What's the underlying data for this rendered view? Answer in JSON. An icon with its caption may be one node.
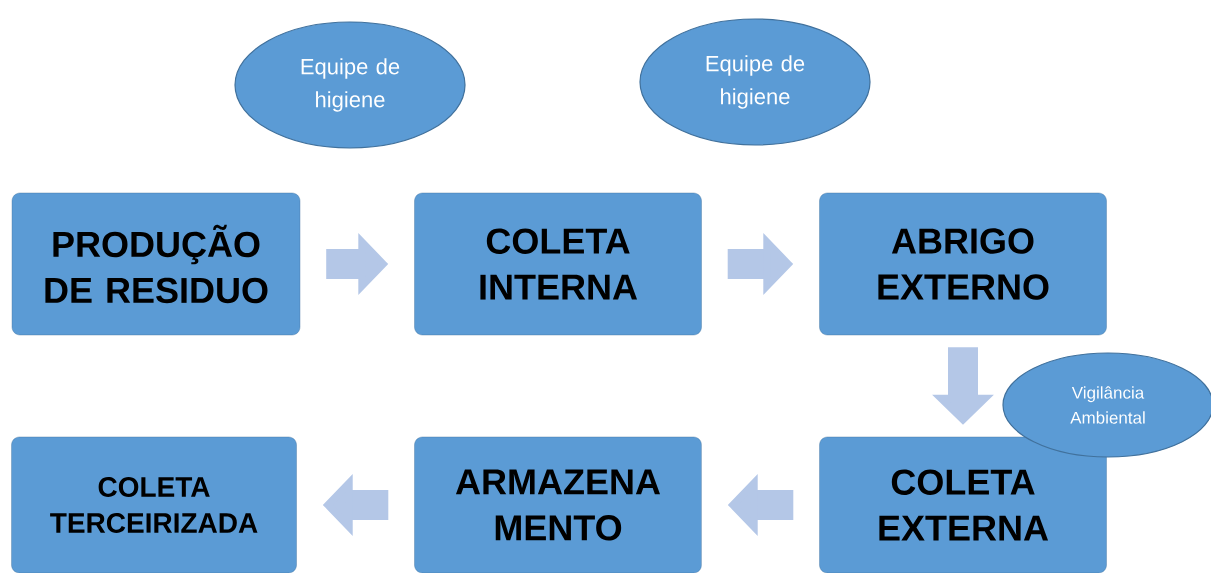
{
  "diagram": {
    "nodes": [
      {
        "text": [
          "Equipe de higiene"
        ]
      },
      {
        "text": [
          "Equipe de higiene"
        ]
      },
      {
        "text": [
          "PRODUÇÃO DE RESIDUO"
        ]
      },
      {
        "text": [
          "COLETA INTERNA"
        ]
      },
      {
        "text": [
          "ABRIGO EXTERNO"
        ]
      },
      {
        "text": [
          "Vigilância Ambiental"
        ]
      },
      {
        "text": [
          "COLETA EXTERNA"
        ]
      },
      {
        "text": [
          "ARMAZENA MENTO"
        ]
      },
      {
        "text": [
          "COLETA TERCEIRIZADA"
        ]
      }
    ],
    "edges": [
      {
        "from": 2,
        "to": 3,
        "arrow": "to"
      },
      {
        "from": 3,
        "to": 4,
        "arrow": "to"
      },
      {
        "from": 4,
        "to": 6,
        "arrow": "to"
      },
      {
        "from": 6,
        "to": 7,
        "arrow": "to"
      },
      {
        "from": 7,
        "to": 8,
        "arrow": "to"
      }
    ]
  }
}
